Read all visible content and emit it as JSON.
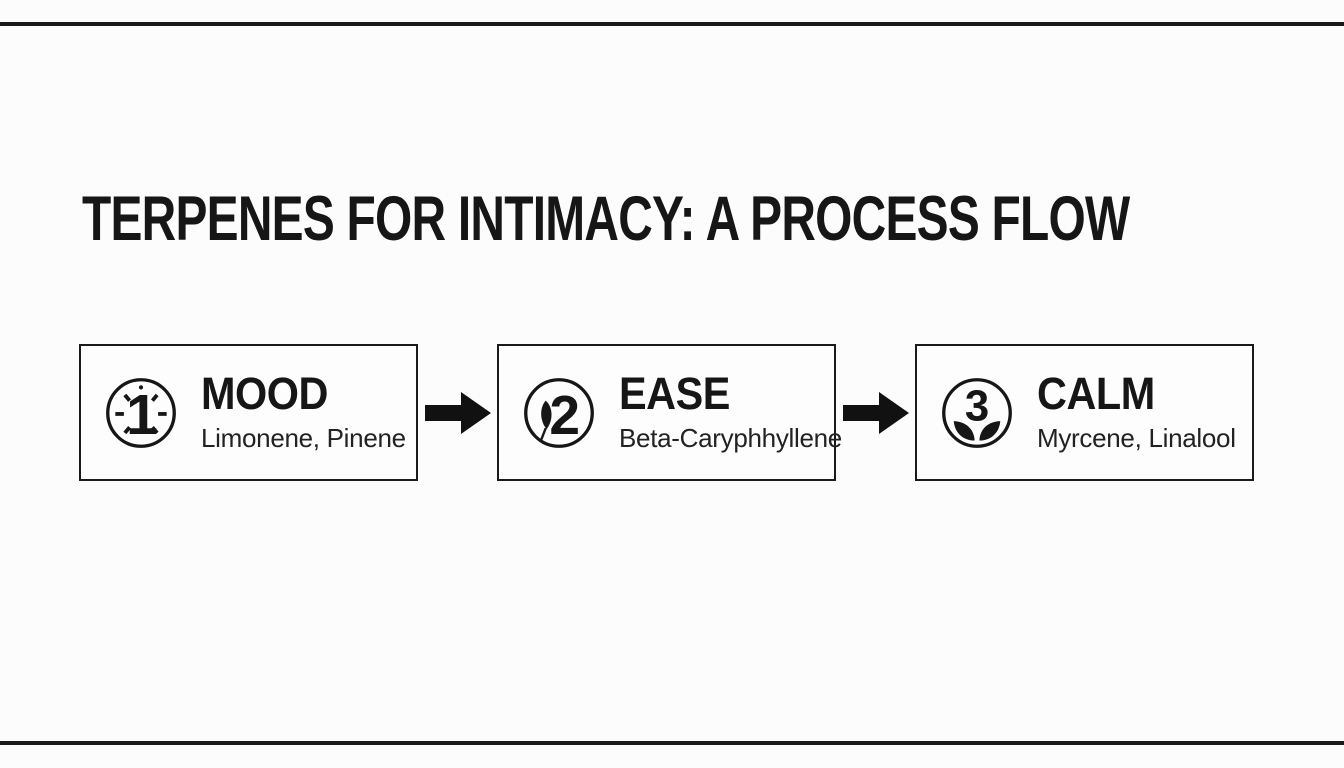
{
  "page": {
    "title": "TERPENES FOR INTIMACY: A PROCESS FLOW"
  },
  "colors": {
    "ink": "#161616",
    "background": "#fcfcfc",
    "border": "#1a1a1a"
  },
  "flow": {
    "arrow_icon": "right-arrow-icon",
    "steps": [
      {
        "number": "1",
        "icon": "sparkle-number-1-icon",
        "heading": "MOOD",
        "subtitle": "Limonene, Pinene"
      },
      {
        "number": "2",
        "icon": "feather-number-2-icon",
        "heading": "EASE",
        "subtitle": "Beta-Caryphhyllene"
      },
      {
        "number": "3",
        "icon": "sprout-number-3-icon",
        "heading": "CALM",
        "subtitle": "Myrcene, Linalool"
      }
    ]
  }
}
